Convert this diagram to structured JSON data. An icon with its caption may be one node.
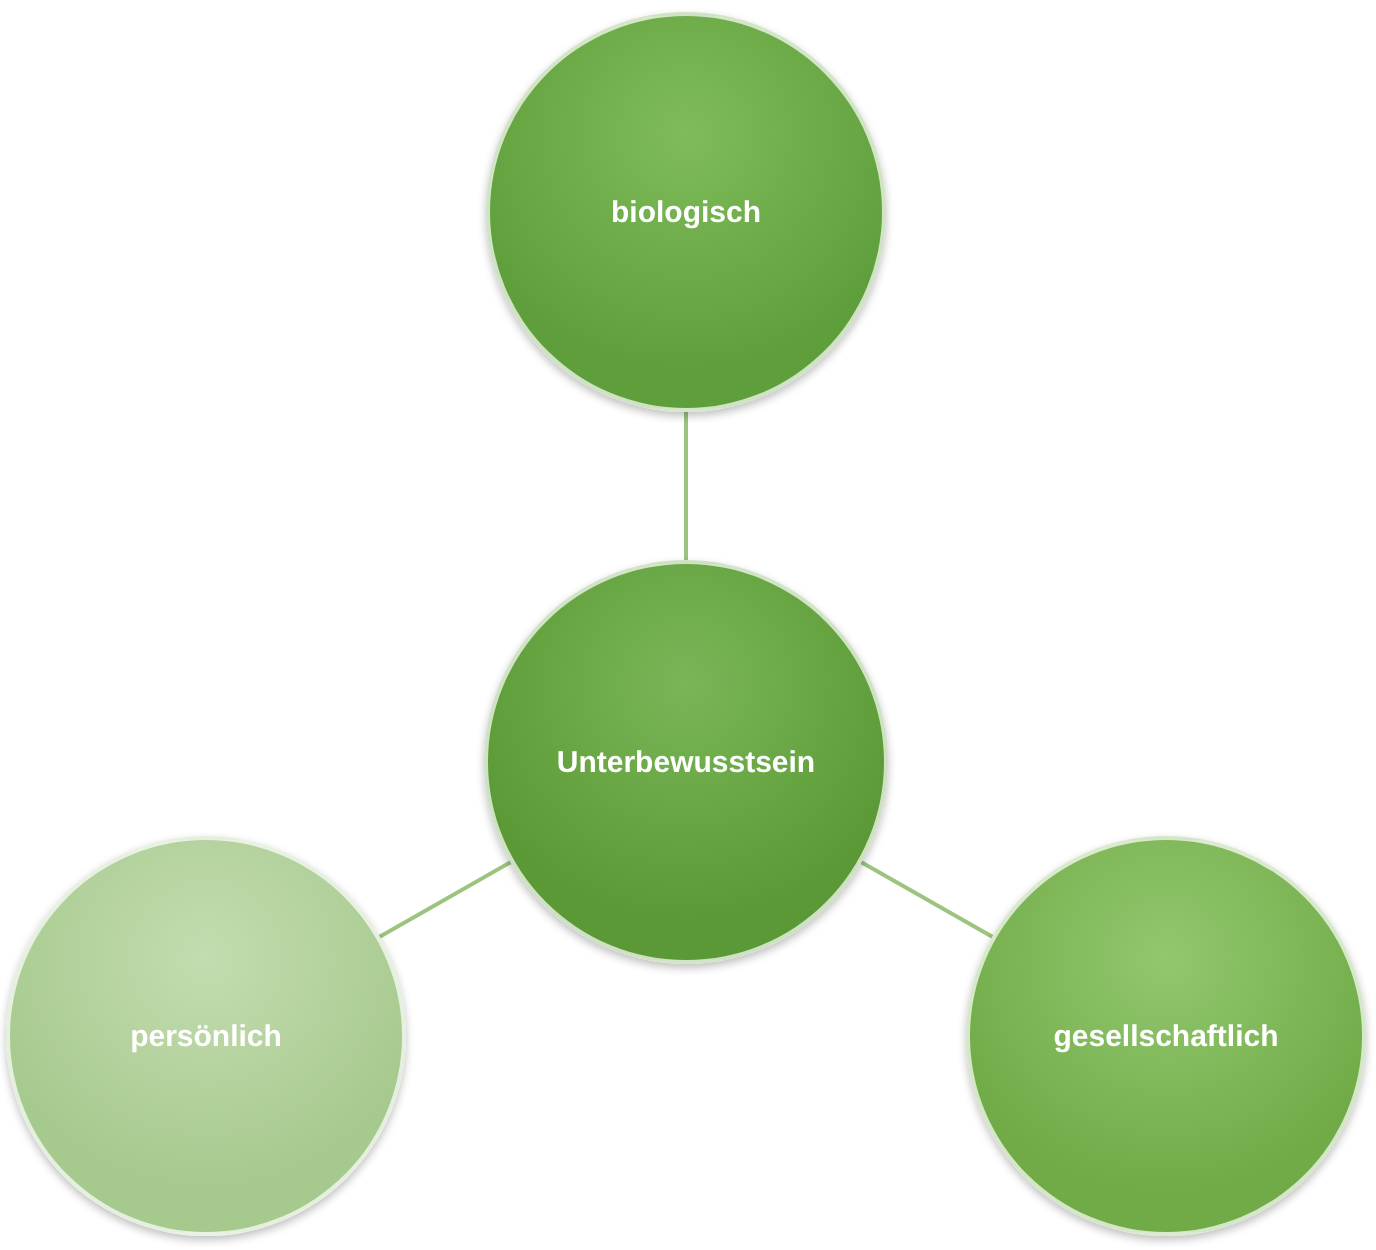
{
  "diagram": {
    "nodes": [
      {
        "text": [
          "biologisch"
        ]
      },
      {
        "text": [
          "Unterbewusstsein"
        ]
      },
      {
        "text": [
          "persönlich"
        ]
      },
      {
        "text": [
          "gesellschaftlich"
        ]
      }
    ],
    "edges": [
      {
        "from": 1,
        "to": 0,
        "arrow": "none"
      },
      {
        "from": 1,
        "to": 2,
        "arrow": "none"
      },
      {
        "from": 1,
        "to": 3,
        "arrow": "none"
      }
    ]
  }
}
